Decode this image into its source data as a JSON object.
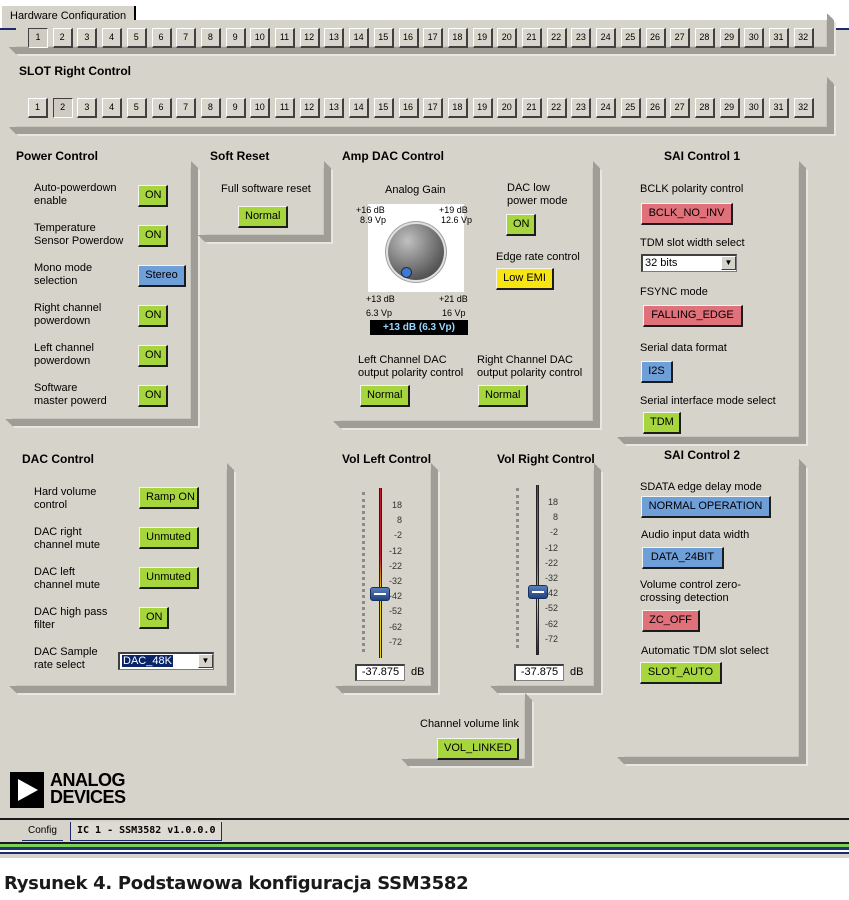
{
  "window": {
    "tab_title": "Hardware Configuration"
  },
  "slot_left": {
    "slots": [
      "1",
      "2",
      "3",
      "4",
      "5",
      "6",
      "7",
      "8",
      "9",
      "10",
      "11",
      "12",
      "13",
      "14",
      "15",
      "16",
      "17",
      "18",
      "19",
      "20",
      "21",
      "22",
      "23",
      "24",
      "25",
      "26",
      "27",
      "28",
      "29",
      "30",
      "31",
      "32"
    ],
    "selected": "1"
  },
  "slot_right": {
    "title": "SLOT Right Control",
    "slots": [
      "1",
      "2",
      "3",
      "4",
      "5",
      "6",
      "7",
      "8",
      "9",
      "10",
      "11",
      "12",
      "13",
      "14",
      "15",
      "16",
      "17",
      "18",
      "19",
      "20",
      "21",
      "22",
      "23",
      "24",
      "25",
      "26",
      "27",
      "28",
      "29",
      "30",
      "31",
      "32"
    ],
    "selected": "2"
  },
  "power_control": {
    "title": "Power Control",
    "rows": [
      {
        "label1": "Auto-powerdown",
        "label2": "enable",
        "value": "ON",
        "color": "green"
      },
      {
        "label1": "Temperature",
        "label2": "Sensor Powerdow",
        "value": "ON",
        "color": "green"
      },
      {
        "label1": "Mono mode",
        "label2": "selection",
        "value": "Stereo",
        "color": "blue"
      },
      {
        "label1": "Right channel",
        "label2": "powerdown",
        "value": "ON",
        "color": "green"
      },
      {
        "label1": "Left channel",
        "label2": "powerdown",
        "value": "ON",
        "color": "green"
      },
      {
        "label1": "Software",
        "label2": "master powerd",
        "value": "ON",
        "color": "green"
      }
    ]
  },
  "soft_reset": {
    "title": "Soft Reset",
    "label": "Full software reset",
    "value": "Normal"
  },
  "amp_dac": {
    "title": "Amp DAC Control",
    "gain_label": "Analog Gain",
    "scale": {
      "tl_db": "+16 dB",
      "tl_vp": "8.9 Vp",
      "tr_db": "+19 dB",
      "tr_vp": "12.6 Vp",
      "bl_db": "+13 dB",
      "bl_vp": "6.3 Vp",
      "br_db": "+21 dB",
      "br_vp": "16 Vp"
    },
    "gain_readout": "+13 dB (6.3 Vp)",
    "low_power_label1": "DAC low",
    "low_power_label2": "power mode",
    "low_power_value": "ON",
    "edge_rate_label": "Edge rate control",
    "edge_rate_value": "Low EMI",
    "left_pol_label1": "Left Channel DAC",
    "left_pol_label2": "output polarity control",
    "left_pol_value": "Normal",
    "right_pol_label1": "Right Channel DAC",
    "right_pol_label2": "output polarity control",
    "right_pol_value": "Normal"
  },
  "sai1": {
    "title": "SAI Control 1",
    "bclk_label": "BCLK polarity control",
    "bclk_value": "BCLK_NO_INV",
    "tdm_width_label": "TDM slot width select",
    "tdm_width_value": "32 bits",
    "fsync_label": "FSYNC mode",
    "fsync_value": "FALLING_EDGE",
    "sdf_label": "Serial data format",
    "sdf_value": "I2S",
    "sim_label": "Serial interface mode select",
    "sim_value": "TDM"
  },
  "dac_control": {
    "title": "DAC Control",
    "rows": [
      {
        "label1": "Hard volume",
        "label2": "control",
        "value": "Ramp ON"
      },
      {
        "label1": "DAC right",
        "label2": "channel mute",
        "value": "Unmuted"
      },
      {
        "label1": "DAC left",
        "label2": "channel mute",
        "value": "Unmuted"
      },
      {
        "label1": "DAC high pass",
        "label2": "filter",
        "value": "ON"
      }
    ],
    "rate_label1": "DAC Sample",
    "rate_label2": "rate select",
    "rate_value": "DAC_48K"
  },
  "vol_left": {
    "title": "Vol Left Control",
    "ticks": [
      "18",
      "8",
      "-2",
      "-12",
      "-22",
      "-32",
      "-42",
      "-52",
      "-62",
      "-72"
    ],
    "value": "-37.875",
    "unit": "dB"
  },
  "vol_right": {
    "title": "Vol Right Control",
    "ticks": [
      "18",
      "8",
      "-2",
      "-12",
      "-22",
      "-32",
      "-42",
      "-52",
      "-62",
      "-72"
    ],
    "value": "-37.875",
    "unit": "dB"
  },
  "vol_link": {
    "label": "Channel volume link",
    "value": "VOL_LINKED"
  },
  "sai2": {
    "title": "SAI Control 2",
    "sdata_label": "SDATA edge delay mode",
    "sdata_value": "NORMAL OPERATION",
    "width_label": "Audio input data width",
    "width_value": "DATA_24BIT",
    "zc_label1": "Volume control zero-",
    "zc_label2": "crossing detection",
    "zc_value": "ZC_OFF",
    "auto_label": "Automatic TDM slot select",
    "auto_value": "SLOT_AUTO"
  },
  "logo": {
    "line1": "ANALOG",
    "line2": "DEVICES"
  },
  "bottom_tabs": {
    "config": "Config",
    "ic": "IC 1 - SSM3582 v1.0.0.0"
  },
  "caption": "Rysunek 4. Podstawowa konfiguracja SSM3582",
  "colors": {
    "panel": "#d6d3ca",
    "green": "#a6d53e",
    "blue": "#6f9fd8",
    "red": "#e0707a",
    "yellow": "#f7e413"
  }
}
